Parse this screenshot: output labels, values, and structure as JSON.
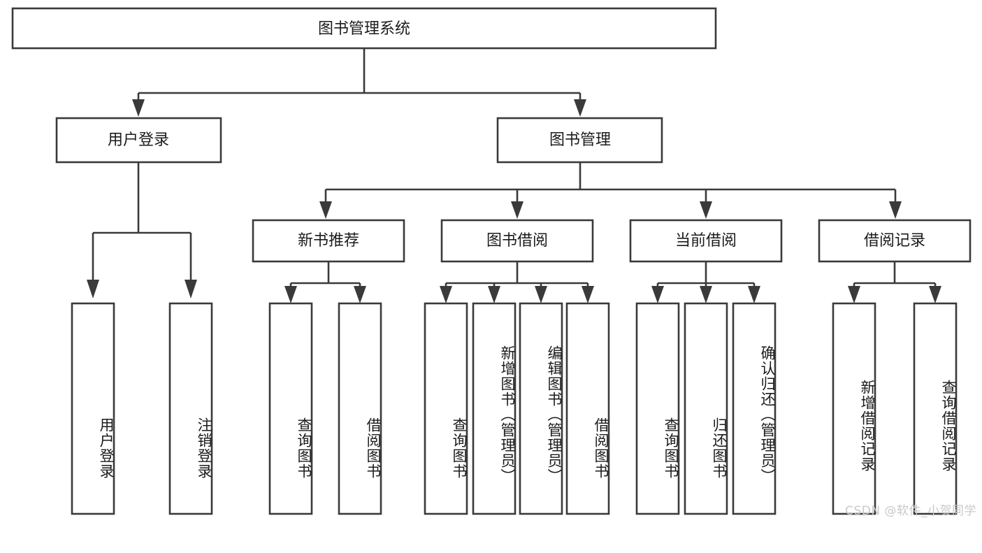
{
  "diagram": {
    "title": "图书管理系统",
    "watermark": "CSDN @软件_小贺同学",
    "colors": {
      "stroke": "#3a3a3a",
      "fill": "#ffffff",
      "text": "#1b1b1b",
      "watermark": "#c9c9c9"
    },
    "levels": {
      "root": {
        "label": "图书管理系统"
      },
      "level1": [
        {
          "label": "用户登录"
        },
        {
          "label": "图书管理"
        }
      ],
      "level2": [
        {
          "label": "新书推荐"
        },
        {
          "label": "图书借阅"
        },
        {
          "label": "当前借阅"
        },
        {
          "label": "借阅记录"
        }
      ],
      "leaves": {
        "user_login": [
          {
            "label": "用户登录"
          },
          {
            "label": "注销登录"
          }
        ],
        "new_book_recommend": [
          {
            "label": "查询图书"
          },
          {
            "label": "借阅图书"
          }
        ],
        "book_borrow": [
          {
            "label": "查询图书"
          },
          {
            "label": "新增图书（管理员）"
          },
          {
            "label": "编辑图书（管理员）"
          },
          {
            "label": "借阅图书"
          }
        ],
        "current_borrow": [
          {
            "label": "查询图书"
          },
          {
            "label": "归还图书"
          },
          {
            "label": "确认归还（管理员）"
          }
        ],
        "borrow_record": [
          {
            "label": "新增借阅记录"
          },
          {
            "label": "查询借阅记录"
          }
        ]
      }
    }
  }
}
